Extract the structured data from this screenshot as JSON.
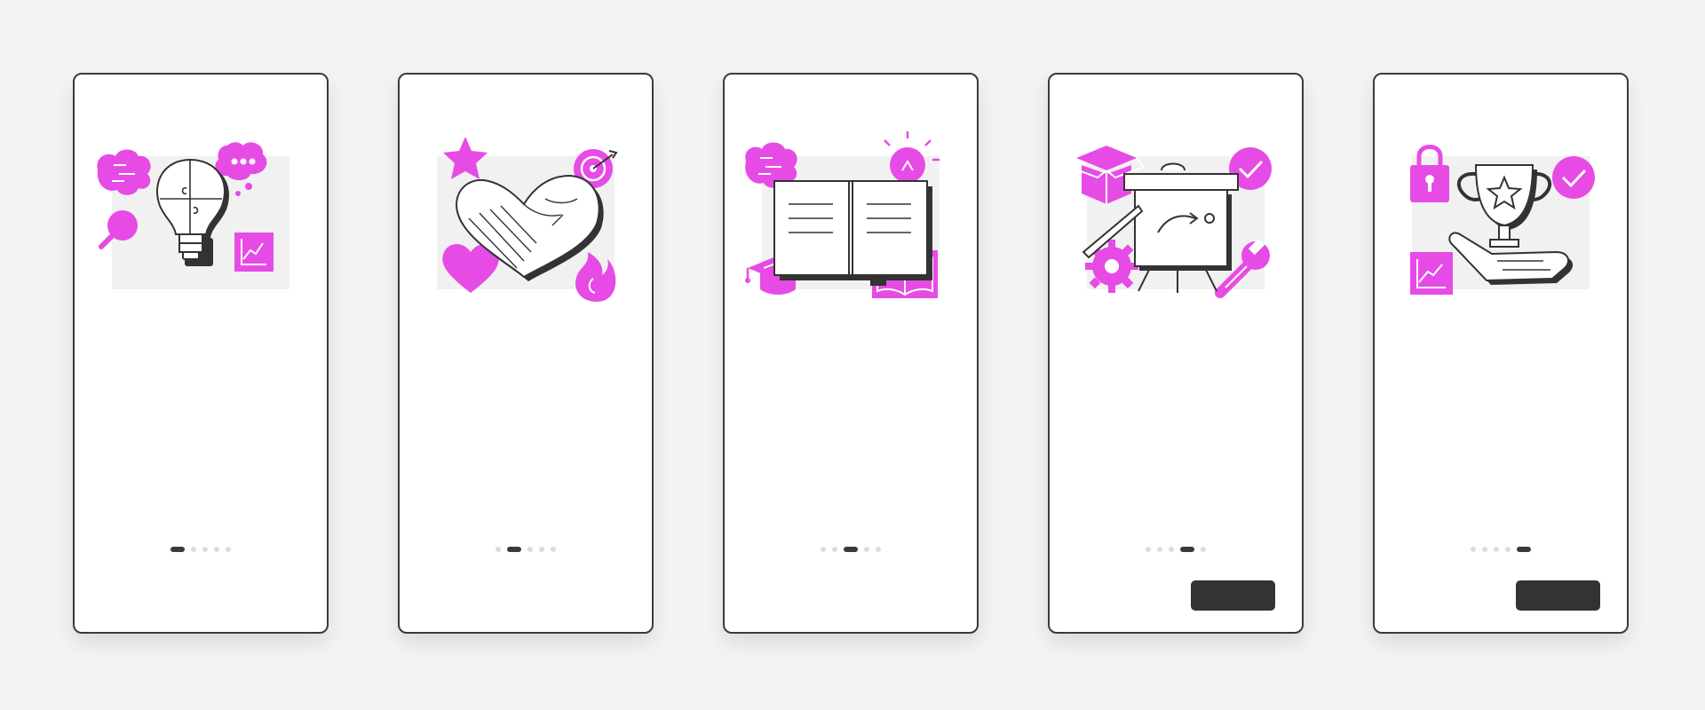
{
  "colors": {
    "accent": "#e74be5",
    "ink": "#333333",
    "screen_bg": "#ffffff",
    "page_bg": "#f3f3f3"
  },
  "screens": [
    {
      "illustration": "lightbulb-puzzle",
      "icons": [
        "brain-icon",
        "chat-bubble-icon",
        "magnifier-icon",
        "growth-chart-icon"
      ],
      "pagination": {
        "active": 1,
        "total": 5
      },
      "button_label": ""
    },
    {
      "illustration": "handshake-heart",
      "icons": [
        "star-icon",
        "target-icon",
        "heart-icon",
        "flame-icon"
      ],
      "pagination": {
        "active": 2,
        "total": 5
      },
      "button_label": ""
    },
    {
      "illustration": "open-book",
      "icons": [
        "brain-icon",
        "lightbulb-icon",
        "graduation-cap-icon",
        "book-icon"
      ],
      "pagination": {
        "active": 3,
        "total": 5
      },
      "button_label": ""
    },
    {
      "illustration": "presentation-board",
      "icons": [
        "box-icon",
        "check-icon",
        "gear-icon",
        "wrench-icon"
      ],
      "pagination": {
        "active": 4,
        "total": 5
      },
      "button_label": ""
    },
    {
      "illustration": "trophy-in-hand",
      "icons": [
        "lock-icon",
        "check-icon",
        "growth-chart-icon"
      ],
      "pagination": {
        "active": 5,
        "total": 5
      },
      "button_label": ""
    }
  ]
}
